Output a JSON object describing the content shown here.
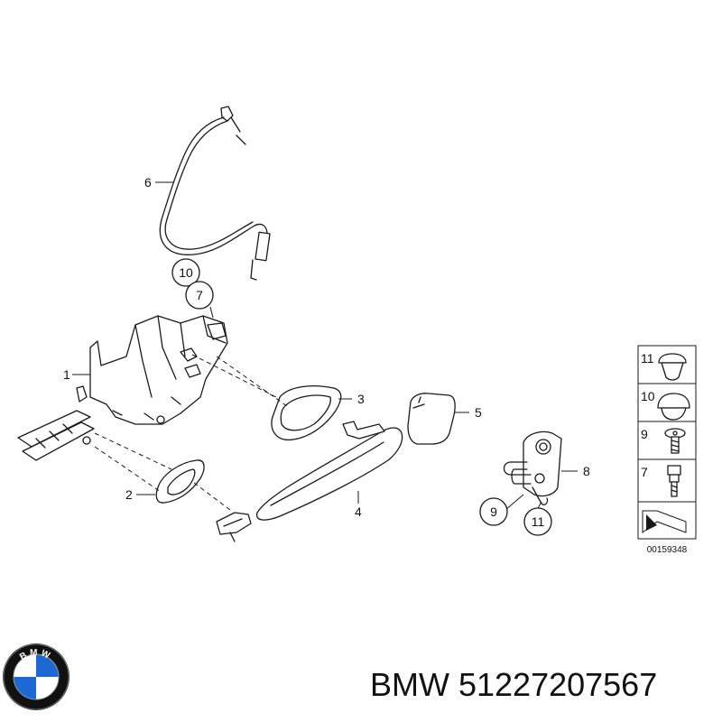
{
  "callouts": {
    "p1": "1",
    "p2": "2",
    "p3": "3",
    "p4": "4",
    "p5": "5",
    "p6": "6",
    "p7c": "7",
    "p8": "8",
    "p9c": "9",
    "p10c": "10",
    "p11c": "11"
  },
  "legend": {
    "items": [
      {
        "num": "11"
      },
      {
        "num": "10"
      },
      {
        "num": "9"
      },
      {
        "num": "7"
      }
    ],
    "diagram_id": "00159348"
  },
  "brand": {
    "logo_letters": "BMW",
    "caption": "BMW 51227207567",
    "colors": {
      "blue": "#1c69d4",
      "black": "#111111",
      "white": "#ffffff"
    }
  }
}
